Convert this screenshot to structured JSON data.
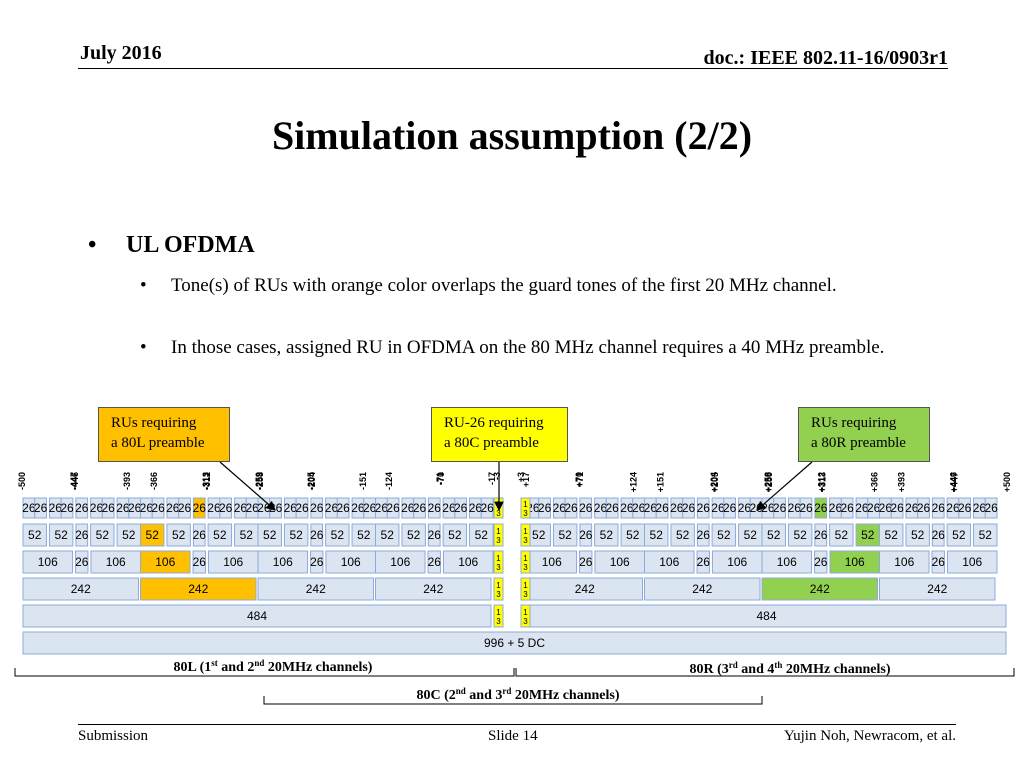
{
  "header": {
    "date": "July 2016",
    "doc": "doc.: IEEE 802.11-16/0903r1"
  },
  "title": "Simulation assumption (2/2)",
  "bullets": {
    "main": "UL OFDMA",
    "sub": [
      "Tone(s) of RUs with orange color overlaps the guard tones of the first 20 MHz channel.",
      "In those cases, assigned RU in OFDMA on the 80 MHz channel requires a 40 MHz preamble."
    ]
  },
  "callouts": {
    "left": {
      "line1": "RUs requiring",
      "line2": "a 80L preamble",
      "color": "#ffc000"
    },
    "center": {
      "line1": "RU-26 requiring",
      "line2": "a 80C preamble",
      "color": "#ffff00"
    },
    "right": {
      "line1": "RUs requiring",
      "line2": "a 80R preamble",
      "color": "#92d050"
    }
  },
  "colors": {
    "orange": "#ffc000",
    "yellow": "#ffff00",
    "green": "#92d050",
    "ru_fill": "#dbe5f1",
    "ru_border": "#8eaadb"
  },
  "tone_labels": [
    "-500",
    "-447",
    "-446",
    "-393",
    "-366",
    "-313",
    "-312",
    "-259",
    "-258",
    "-205",
    "-204",
    "-151",
    "-124",
    "-71",
    "-70",
    "-17",
    "-3",
    "+3",
    "+17",
    "+70",
    "+71",
    "+124",
    "+151",
    "+204",
    "+205",
    "+258",
    "+259",
    "+312",
    "+313",
    "+366",
    "+393",
    "+446",
    "+447",
    "+500"
  ],
  "ru_rows": {
    "ru26": "26",
    "ru52": "52",
    "ru106": "106",
    "ru242": "242",
    "ru484": "484",
    "ru996": "996 + 5 DC",
    "dc13_top": "1",
    "dc13_bot": "3"
  },
  "brackets": {
    "left": {
      "main": "80L (1",
      "sup1": "st",
      "mid": " and 2",
      "sup2": "nd",
      "end": " 20MHz channels)"
    },
    "right": {
      "main": "80R (3",
      "sup1": "rd",
      "mid": " and 4",
      "sup2": "th",
      "end": " 20MHz channels)"
    },
    "center": {
      "main": "80C (2",
      "sup1": "nd",
      "mid": " and 3",
      "sup2": "rd",
      "end": " 20MHz channels)"
    }
  },
  "footer": {
    "left": "Submission",
    "center": "Slide 14",
    "right": "Yujin Noh, Newracom, et al."
  }
}
